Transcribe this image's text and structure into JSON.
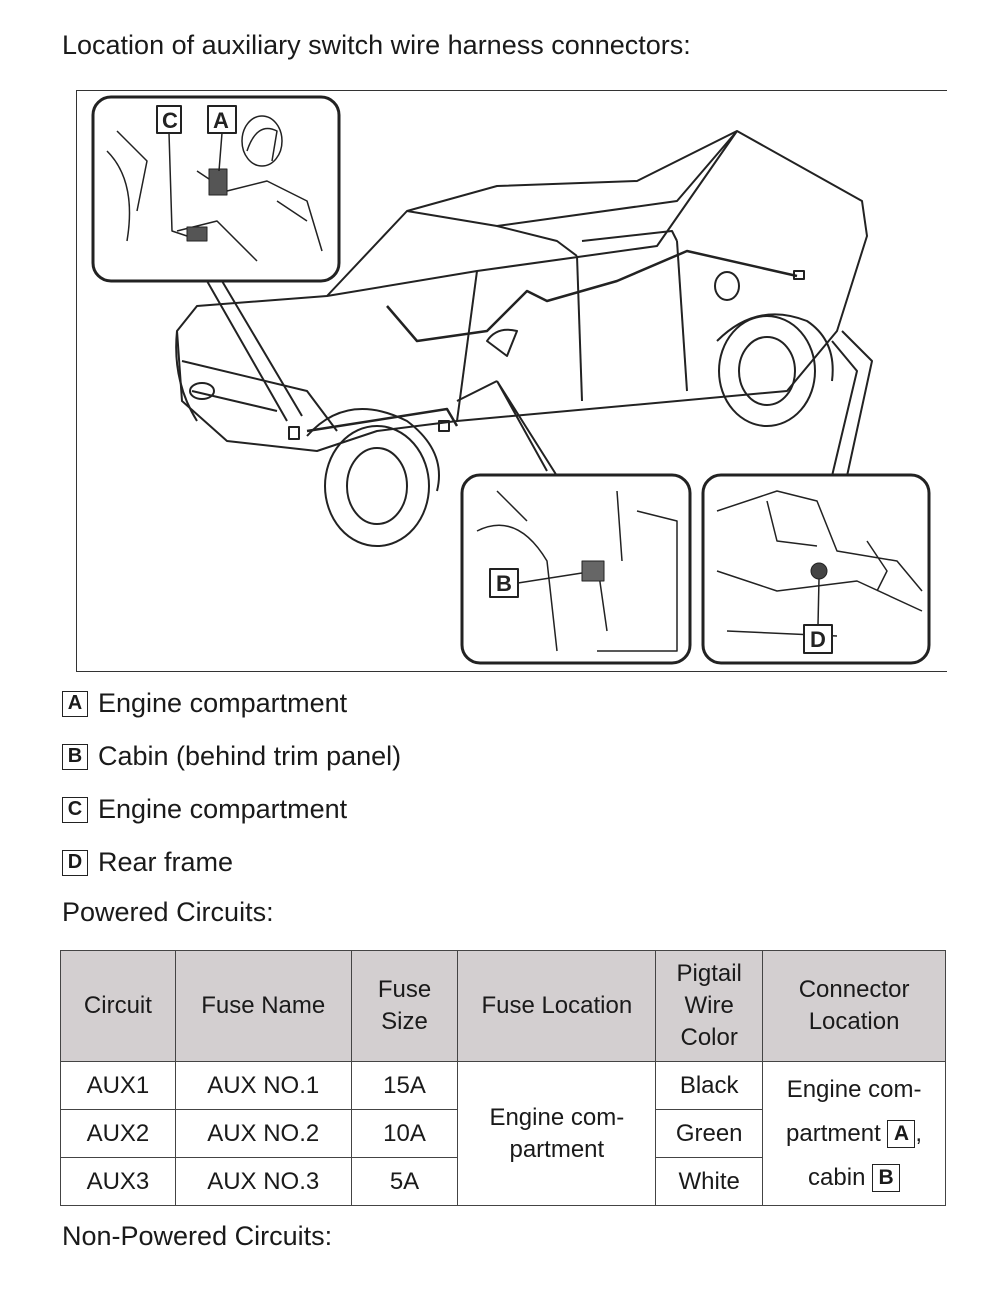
{
  "title": "Location of auxiliary switch wire harness connectors:",
  "figure": {
    "callouts": [
      "A",
      "B",
      "C",
      "D"
    ]
  },
  "legend": [
    {
      "key": "A",
      "label": "Engine compartment"
    },
    {
      "key": "B",
      "label": "Cabin (behind trim panel)"
    },
    {
      "key": "C",
      "label": "Engine compartment"
    },
    {
      "key": "D",
      "label": "Rear frame"
    }
  ],
  "powered_heading": "Powered Circuits:",
  "table": {
    "headers": [
      "Circuit",
      "Fuse Name",
      "Fuse Size",
      "Fuse Location",
      "Pigtail Wire Color",
      "Connector Location"
    ],
    "rows": [
      {
        "circuit": "AUX1",
        "fuse_name": "AUX NO.1",
        "fuse_size": "15A",
        "color": "Black"
      },
      {
        "circuit": "AUX2",
        "fuse_name": "AUX NO.2",
        "fuse_size": "10A",
        "color": "Green"
      },
      {
        "circuit": "AUX3",
        "fuse_name": "AUX NO.3",
        "fuse_size": "5A",
        "color": "White"
      }
    ],
    "fuse_location": "Engine com- partment",
    "connector_location": {
      "line1": "Engine com-",
      "line2": "partment",
      "key1": "A",
      "sep": ",",
      "line3": "cabin",
      "key2": "B"
    }
  },
  "non_powered_heading": "Non-Powered Circuits:"
}
